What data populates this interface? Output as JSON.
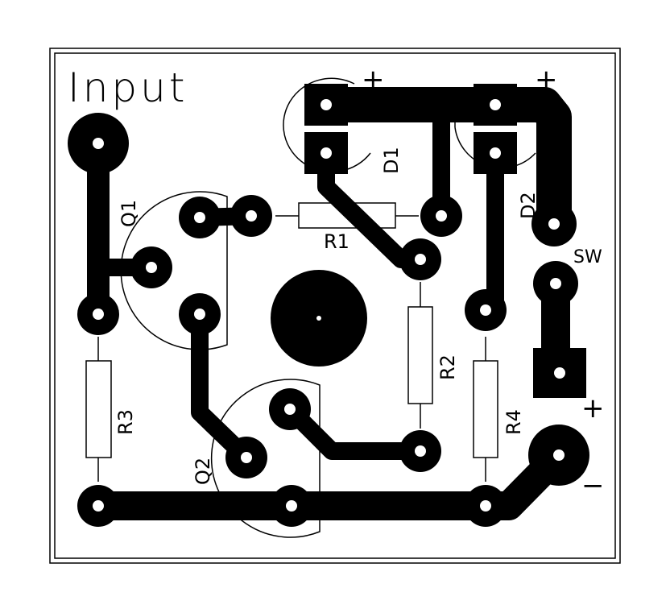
{
  "colors": {
    "copper": "#000000",
    "board": "#ffffff",
    "drill": "#ffffff"
  },
  "labels": {
    "title": "Input",
    "d1": "D1",
    "d2": "D2",
    "q1": "Q1",
    "q2": "Q2",
    "r1": "R1",
    "r2": "R2",
    "r3": "R3",
    "r4": "R4",
    "sw": "SW",
    "plus": "+",
    "minus": "−"
  }
}
